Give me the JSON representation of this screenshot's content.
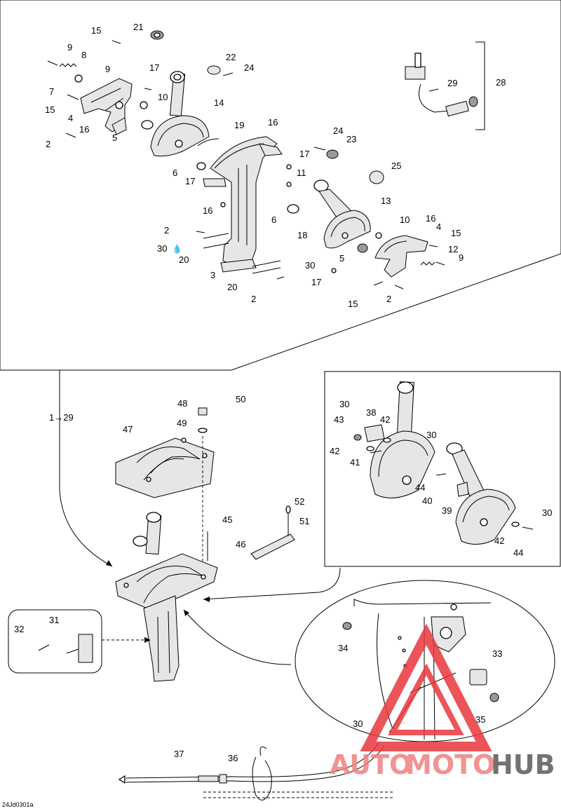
{
  "callouts": [
    {
      "id": "c-15a",
      "text": "15"
    },
    {
      "id": "c-21",
      "text": "21"
    },
    {
      "id": "c-9a",
      "text": "9"
    },
    {
      "id": "c-8",
      "text": "8"
    },
    {
      "id": "c-22",
      "text": "22"
    },
    {
      "id": "c-24a",
      "text": "24"
    },
    {
      "id": "c-9b",
      "text": "9"
    },
    {
      "id": "c-17a",
      "text": "17"
    },
    {
      "id": "c-7",
      "text": "7"
    },
    {
      "id": "c-10a",
      "text": "10"
    },
    {
      "id": "c-15b",
      "text": "15"
    },
    {
      "id": "c-14",
      "text": "14"
    },
    {
      "id": "c-4a",
      "text": "4"
    },
    {
      "id": "c-16a",
      "text": "16"
    },
    {
      "id": "c-19",
      "text": "19"
    },
    {
      "id": "c-16b",
      "text": "16"
    },
    {
      "id": "c-5a",
      "text": "5"
    },
    {
      "id": "c-2a",
      "text": "2"
    },
    {
      "id": "c-24b",
      "text": "24"
    },
    {
      "id": "c-23",
      "text": "23"
    },
    {
      "id": "c-17b",
      "text": "17"
    },
    {
      "id": "c-6a",
      "text": "6"
    },
    {
      "id": "c-11",
      "text": "11"
    },
    {
      "id": "c-25",
      "text": "25"
    },
    {
      "id": "c-17c",
      "text": "17"
    },
    {
      "id": "c-16c",
      "text": "16"
    },
    {
      "id": "c-13",
      "text": "13"
    },
    {
      "id": "c-6b",
      "text": "6"
    },
    {
      "id": "c-10b",
      "text": "10"
    },
    {
      "id": "c-16d",
      "text": "16"
    },
    {
      "id": "c-2b",
      "text": "2"
    },
    {
      "id": "c-4b",
      "text": "4"
    },
    {
      "id": "c-18",
      "text": "18"
    },
    {
      "id": "c-15c",
      "text": "15"
    },
    {
      "id": "c-30a",
      "text": "30"
    },
    {
      "id": "c-12",
      "text": "12"
    },
    {
      "id": "c-20a",
      "text": "20"
    },
    {
      "id": "c-5b",
      "text": "5"
    },
    {
      "id": "c-9c",
      "text": "9"
    },
    {
      "id": "c-3",
      "text": "3"
    },
    {
      "id": "c-30b",
      "text": "30"
    },
    {
      "id": "c-17d",
      "text": "17"
    },
    {
      "id": "c-20b",
      "text": "20"
    },
    {
      "id": "c-2c",
      "text": "2"
    },
    {
      "id": "c-15d",
      "text": "15"
    },
    {
      "id": "c-2d",
      "text": "2"
    },
    {
      "id": "c-28",
      "text": "28"
    },
    {
      "id": "c-29",
      "text": "29"
    },
    {
      "id": "c-48",
      "text": "48"
    },
    {
      "id": "c-50",
      "text": "50"
    },
    {
      "id": "c-1-29",
      "text": "1→29"
    },
    {
      "id": "c-47",
      "text": "47"
    },
    {
      "id": "c-49",
      "text": "49"
    },
    {
      "id": "c-30c",
      "text": "30"
    },
    {
      "id": "c-38",
      "text": "38"
    },
    {
      "id": "c-43",
      "text": "43"
    },
    {
      "id": "c-42a",
      "text": "42"
    },
    {
      "id": "c-30d",
      "text": "30"
    },
    {
      "id": "c-42b",
      "text": "42"
    },
    {
      "id": "c-41",
      "text": "41"
    },
    {
      "id": "c-44a",
      "text": "44"
    },
    {
      "id": "c-40",
      "text": "40"
    },
    {
      "id": "c-39",
      "text": "39"
    },
    {
      "id": "c-30e",
      "text": "30"
    },
    {
      "id": "c-42c",
      "text": "42"
    },
    {
      "id": "c-44b",
      "text": "44"
    },
    {
      "id": "c-52",
      "text": "52"
    },
    {
      "id": "c-45",
      "text": "45"
    },
    {
      "id": "c-51",
      "text": "51"
    },
    {
      "id": "c-46",
      "text": "46"
    },
    {
      "id": "c-31",
      "text": "31"
    },
    {
      "id": "c-32",
      "text": "32"
    },
    {
      "id": "c-34",
      "text": "34"
    },
    {
      "id": "c-33",
      "text": "33"
    },
    {
      "id": "c-35",
      "text": "35"
    },
    {
      "id": "c-30f",
      "text": "30"
    },
    {
      "id": "c-37",
      "text": "37"
    },
    {
      "id": "c-36",
      "text": "36"
    }
  ],
  "drawing_code": "24Jd0301a",
  "watermark": {
    "text_auto": "AUTO",
    "text_moto": "MOTO",
    "text_hub": "HUB",
    "color_primary": "#f08080",
    "color_hub": "#5a5a5a",
    "color_triangle": "#e8373d"
  }
}
